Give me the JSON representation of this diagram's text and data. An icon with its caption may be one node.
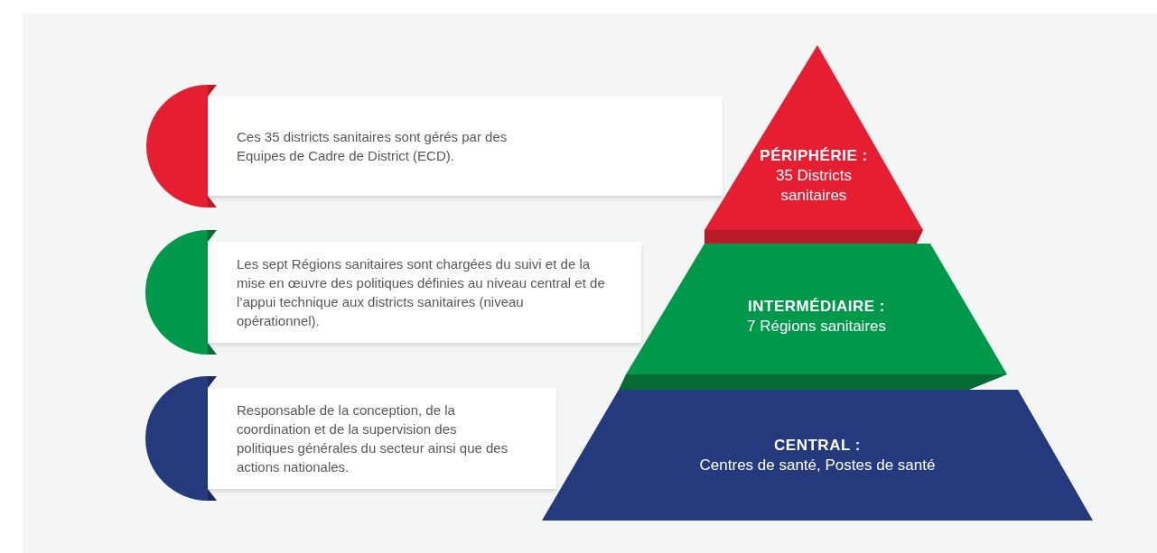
{
  "diagram": {
    "nodes": [
      {
        "text": [
          "Ces 35 districts sanitaires sont gérés par des Equipes de Cadre de District (ECD)."
        ]
      },
      {
        "text": [
          "PÉRIPHÉRIE :",
          "35 Districts sanitaires"
        ]
      },
      {
        "text": [
          "Les sept Régions sanitaires sont chargées du suivi et de la mise en œuvre des politiques définies au niveau central et de l’appui technique aux districts sanitaires (niveau opérationnel)."
        ]
      },
      {
        "text": [
          "INTERMÉDIAIRE :",
          "7 Régions sanitaires"
        ]
      },
      {
        "text": [
          "Responsable de la conception, de la coordination et de la supervision des politiques générales du secteur ainsi que des actions nationales."
        ]
      },
      {
        "text": [
          "CENTRAL :",
          "Centres de santé, Postes de santé"
        ]
      }
    ],
    "edges": []
  }
}
